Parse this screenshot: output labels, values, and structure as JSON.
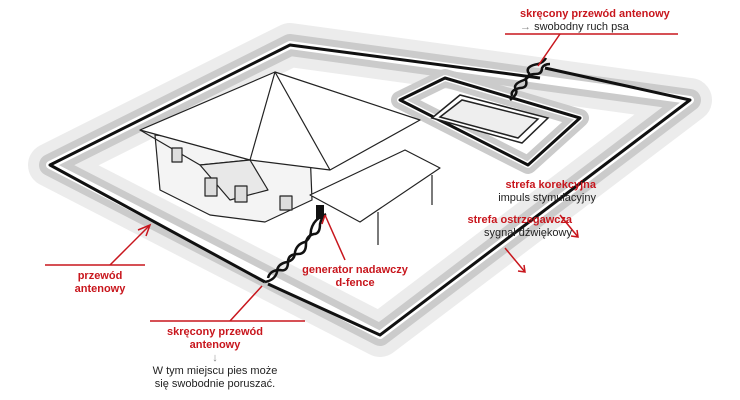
{
  "colors": {
    "accent": "#c8161d",
    "wire": "#111111",
    "zone_outer": "#e8e8e8",
    "zone_inner": "#c9c9c9"
  },
  "labels": {
    "top_twisted": {
      "title": "skręcony przewód antenowy",
      "arrow": "→",
      "desc": "swobodny ruch psa"
    },
    "correction_zone": {
      "title": "strefa korekcyjna",
      "desc": "impuls stymulacyjny"
    },
    "warning_zone": {
      "title": "strefa ostrzegawcza",
      "desc": "sygnał dźwiękowy"
    },
    "antenna_wire": {
      "line1": "przewód",
      "line2": "antenowy"
    },
    "generator": {
      "line1": "generator nadawczy",
      "line2": "d-fence"
    },
    "bottom_twisted": {
      "line1": "skręcony przewód",
      "line2": "antenowy",
      "arrow": "↓",
      "desc1": "W tym miejscu pies może",
      "desc2": "się swobodnie poruszać."
    }
  }
}
